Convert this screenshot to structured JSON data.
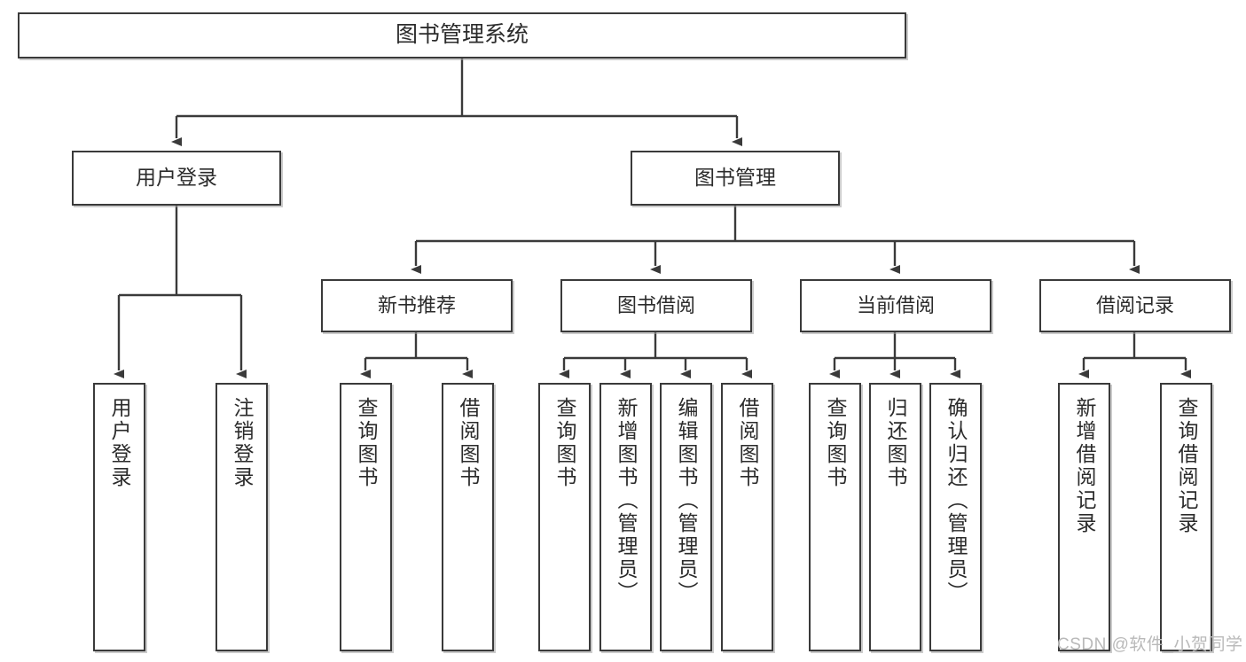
{
  "diagram": {
    "type": "tree",
    "title": "图书管理系统",
    "root": {
      "id": "root",
      "label": "图书管理系统"
    },
    "level2": [
      {
        "id": "user-login",
        "label": "用户登录"
      },
      {
        "id": "book-manage",
        "label": "图书管理"
      }
    ],
    "level3": [
      {
        "id": "new-book-rec",
        "label": "新书推荐"
      },
      {
        "id": "book-borrow",
        "label": "图书借阅"
      },
      {
        "id": "current-borrow",
        "label": "当前借阅"
      },
      {
        "id": "borrow-record",
        "label": "借阅记录"
      }
    ],
    "leaves": {
      "user_login": [
        {
          "id": "leaf-user-login",
          "label": "用户登录"
        },
        {
          "id": "leaf-logout",
          "label": "注销登录"
        }
      ],
      "new_book_rec": [
        {
          "id": "leaf-query-book-1",
          "label": "查询图书"
        },
        {
          "id": "leaf-borrow-book-1",
          "label": "借阅图书"
        }
      ],
      "book_borrow": [
        {
          "id": "leaf-query-book-2",
          "label": "查询图书"
        },
        {
          "id": "leaf-add-book",
          "label": "新增图书（管理员）"
        },
        {
          "id": "leaf-edit-book",
          "label": "编辑图书（管理员）"
        },
        {
          "id": "leaf-borrow-book-2",
          "label": "借阅图书"
        }
      ],
      "current_borrow": [
        {
          "id": "leaf-query-book-3",
          "label": "查询图书"
        },
        {
          "id": "leaf-return-book",
          "label": "归还图书"
        },
        {
          "id": "leaf-confirm-return",
          "label": "确认归还（管理员）"
        }
      ],
      "borrow_record": [
        {
          "id": "leaf-add-record",
          "label": "新增借阅记录"
        },
        {
          "id": "leaf-query-record",
          "label": "查询借阅记录"
        }
      ]
    }
  },
  "watermark": {
    "text": "CSDN @软件_小贺同学"
  },
  "colors": {
    "box_border": "#3a3a3a",
    "box_fill": "#ffffff",
    "connector": "#3a3a3a",
    "text": "#2b2b2b",
    "watermark": "#b9b9b9"
  }
}
